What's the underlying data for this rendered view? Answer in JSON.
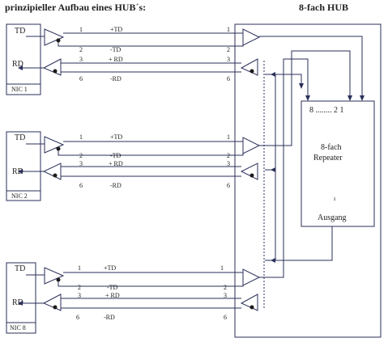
{
  "title_left": "prinzipieller Aufbau eines HUB´s:",
  "title_right": "8-fach HUB",
  "nics": [
    {
      "name": "NIC 1",
      "td": "TD",
      "rd": "RD"
    },
    {
      "name": "NIC 2",
      "td": "TD",
      "rd": "RD"
    },
    {
      "name": "NIC 8",
      "td": "TD",
      "rd": "RD"
    }
  ],
  "pins": {
    "p1": "1",
    "p2": "2",
    "p3": "3",
    "p6": "6"
  },
  "signals": {
    "td_plus": "+TD",
    "td_minus": "-TD",
    "rd_plus": "+ RD",
    "rd_minus": "-RD"
  },
  "repeater": {
    "inputs": "8 ........  2  1",
    "line1": "8-fach",
    "line2": "Repeater",
    "mark": "ı",
    "output": "Ausgang"
  }
}
